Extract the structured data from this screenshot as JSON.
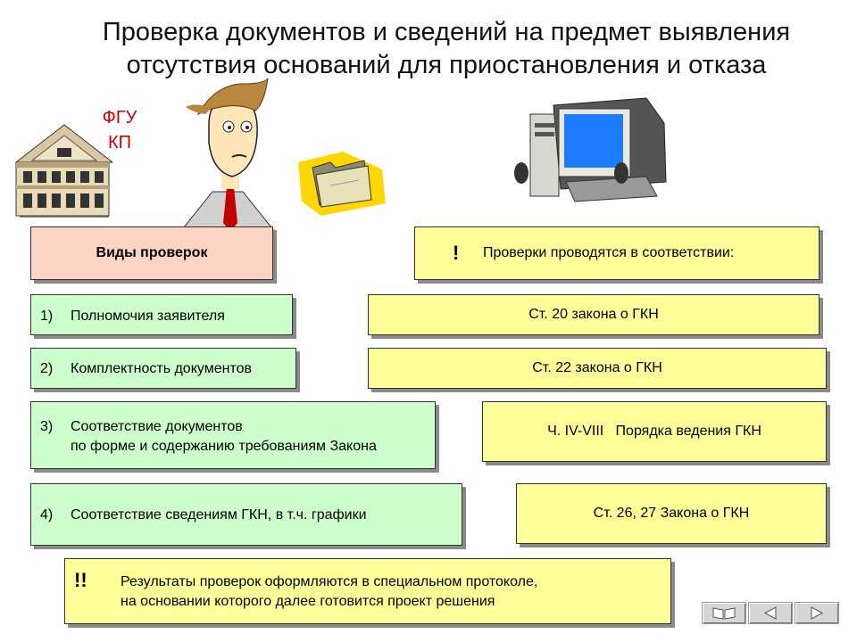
{
  "title": {
    "line1": "Проверка документов и сведений на предмет выявления",
    "line2": "отсутствия оснований для приостановления и отказа"
  },
  "org_label": {
    "line1": "ФГУ",
    "line2": "КП"
  },
  "checks": {
    "header": "Виды проверок",
    "items": [
      {
        "num": "1)",
        "lines": [
          "Полномочия заявителя"
        ]
      },
      {
        "num": "2)",
        "lines": [
          "Комплектность документов"
        ]
      },
      {
        "num": "3)",
        "lines": [
          "Соответствие документов",
          "по форме и содержанию требованиям Закона"
        ]
      },
      {
        "num": "4)",
        "lines": [
          "Соответствие сведениям ГКН, в т.ч. графики"
        ]
      }
    ]
  },
  "basis": {
    "mark": "!",
    "header": "Проверки проводятся в соответствии:",
    "items": [
      "Ст. 20 закона о ГКН",
      "Ст. 22 закона о ГКН",
      "Ч. IV-VIII   Порядка ведения ГКН",
      "Ст. 26, 27 Закона о ГКН"
    ]
  },
  "results": {
    "mark": "!!",
    "line1": "Результаты проверок оформляются в специальном протоколе,",
    "line2": "на основании которого далее готовится проект решения"
  },
  "colors": {
    "pink": "#fbd4c4",
    "green": "#ccffcc",
    "yellow": "#ffff99",
    "title_red": "#cc0000"
  },
  "icons": {
    "building": "building-icon",
    "person": "clerk-person-icon",
    "folder": "folder-icon",
    "computer": "computer-icon",
    "nav": [
      "book-icon",
      "prev-arrow-icon",
      "next-arrow-icon"
    ]
  }
}
